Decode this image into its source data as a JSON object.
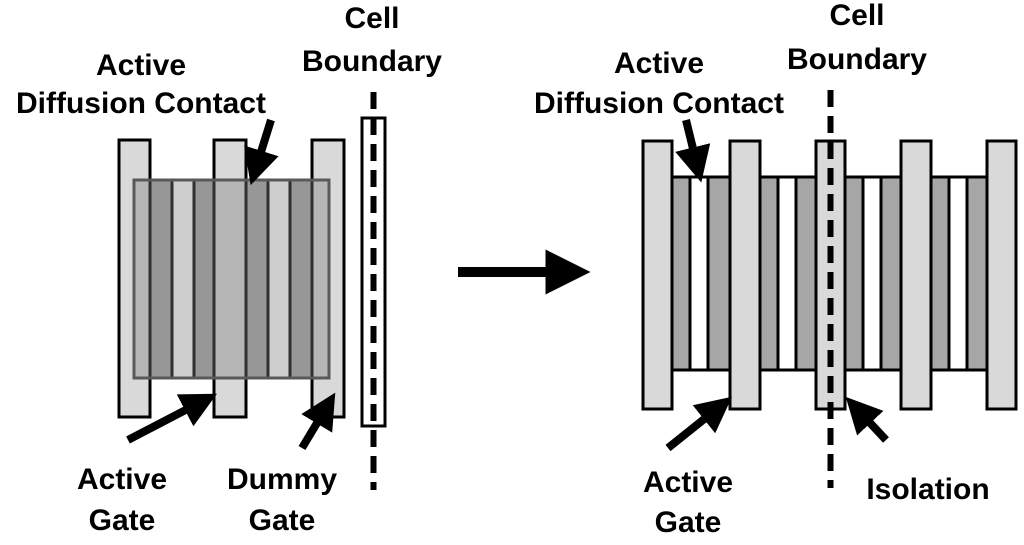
{
  "colors": {
    "gate_fill": "#d9d9d9",
    "contact_fill": "#a6a6a6",
    "stripe_white": "#ffffff",
    "stroke": "#000000",
    "overlay_fill": "#7f7f7f",
    "overlay_stroke": "#595959"
  },
  "left": {
    "label_active_diffusion_line1": "Active",
    "label_active_diffusion_line2": "Diffusion Contact",
    "label_cell_boundary_line1": "Cell",
    "label_cell_boundary_line2": "Boundary",
    "label_active_gate_line1": "Active",
    "label_active_gate_line2": "Gate",
    "label_dummy_gate_line1": "Dummy",
    "label_dummy_gate_line2": "Gate"
  },
  "right": {
    "label_active_diffusion_line1": "Active",
    "label_active_diffusion_line2": "Diffusion Contact",
    "label_cell_boundary_line1": "Cell",
    "label_cell_boundary_line2": "Boundary",
    "label_active_gate_line1": "Active",
    "label_active_gate_line2": "Gate",
    "label_isolation": "Isolation"
  },
  "transition_arrow_icon": "right-arrow-icon"
}
